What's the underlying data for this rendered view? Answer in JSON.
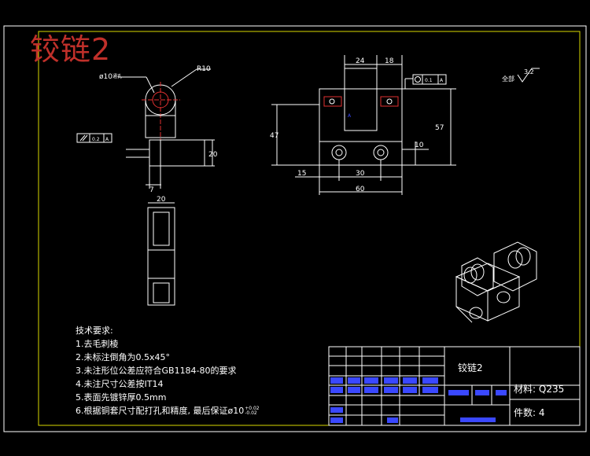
{
  "drawing": {
    "title": "铰链2",
    "roughness_label": "全部",
    "roughness_value": "3.2",
    "dims": {
      "r10": "R10",
      "hole": "ø10",
      "hole_note": "通孔",
      "w24": "24",
      "w18": "18",
      "h47": "47",
      "h57": "57",
      "w15": "15",
      "w30": "30",
      "w60": "60",
      "h10": "10",
      "h20": "20",
      "w20": "20",
      "d7": "7",
      "tol_parallel": "0.2",
      "tol_position": "0.1",
      "datum": "A"
    },
    "notes_title": "技术要求:",
    "notes": [
      "1.去毛刺棱",
      "2.未标注倒角为0.5x45°",
      "3.未注形位公差应符合GB1184-80的要求",
      "4.未注尺寸公差按IT14",
      "5.表面先镀锌厚0.5mm",
      "6.根据铜套尺寸配打孔和精度, 最后保证ø10"
    ],
    "tolerance_sup": "+0.02",
    "tolerance_sub": "-0.02"
  },
  "title_block": {
    "part_name": "铰链2",
    "material_label": "材料:",
    "material_value": "Q235",
    "count_label": "件数:",
    "count_value": "4"
  },
  "colors": {
    "background": "#000000",
    "line": "#ffffff",
    "frame": "#d8d800",
    "accent_red": "#c0302a",
    "center_line": "#e03030",
    "hatch_blue": "#3a48ff"
  }
}
